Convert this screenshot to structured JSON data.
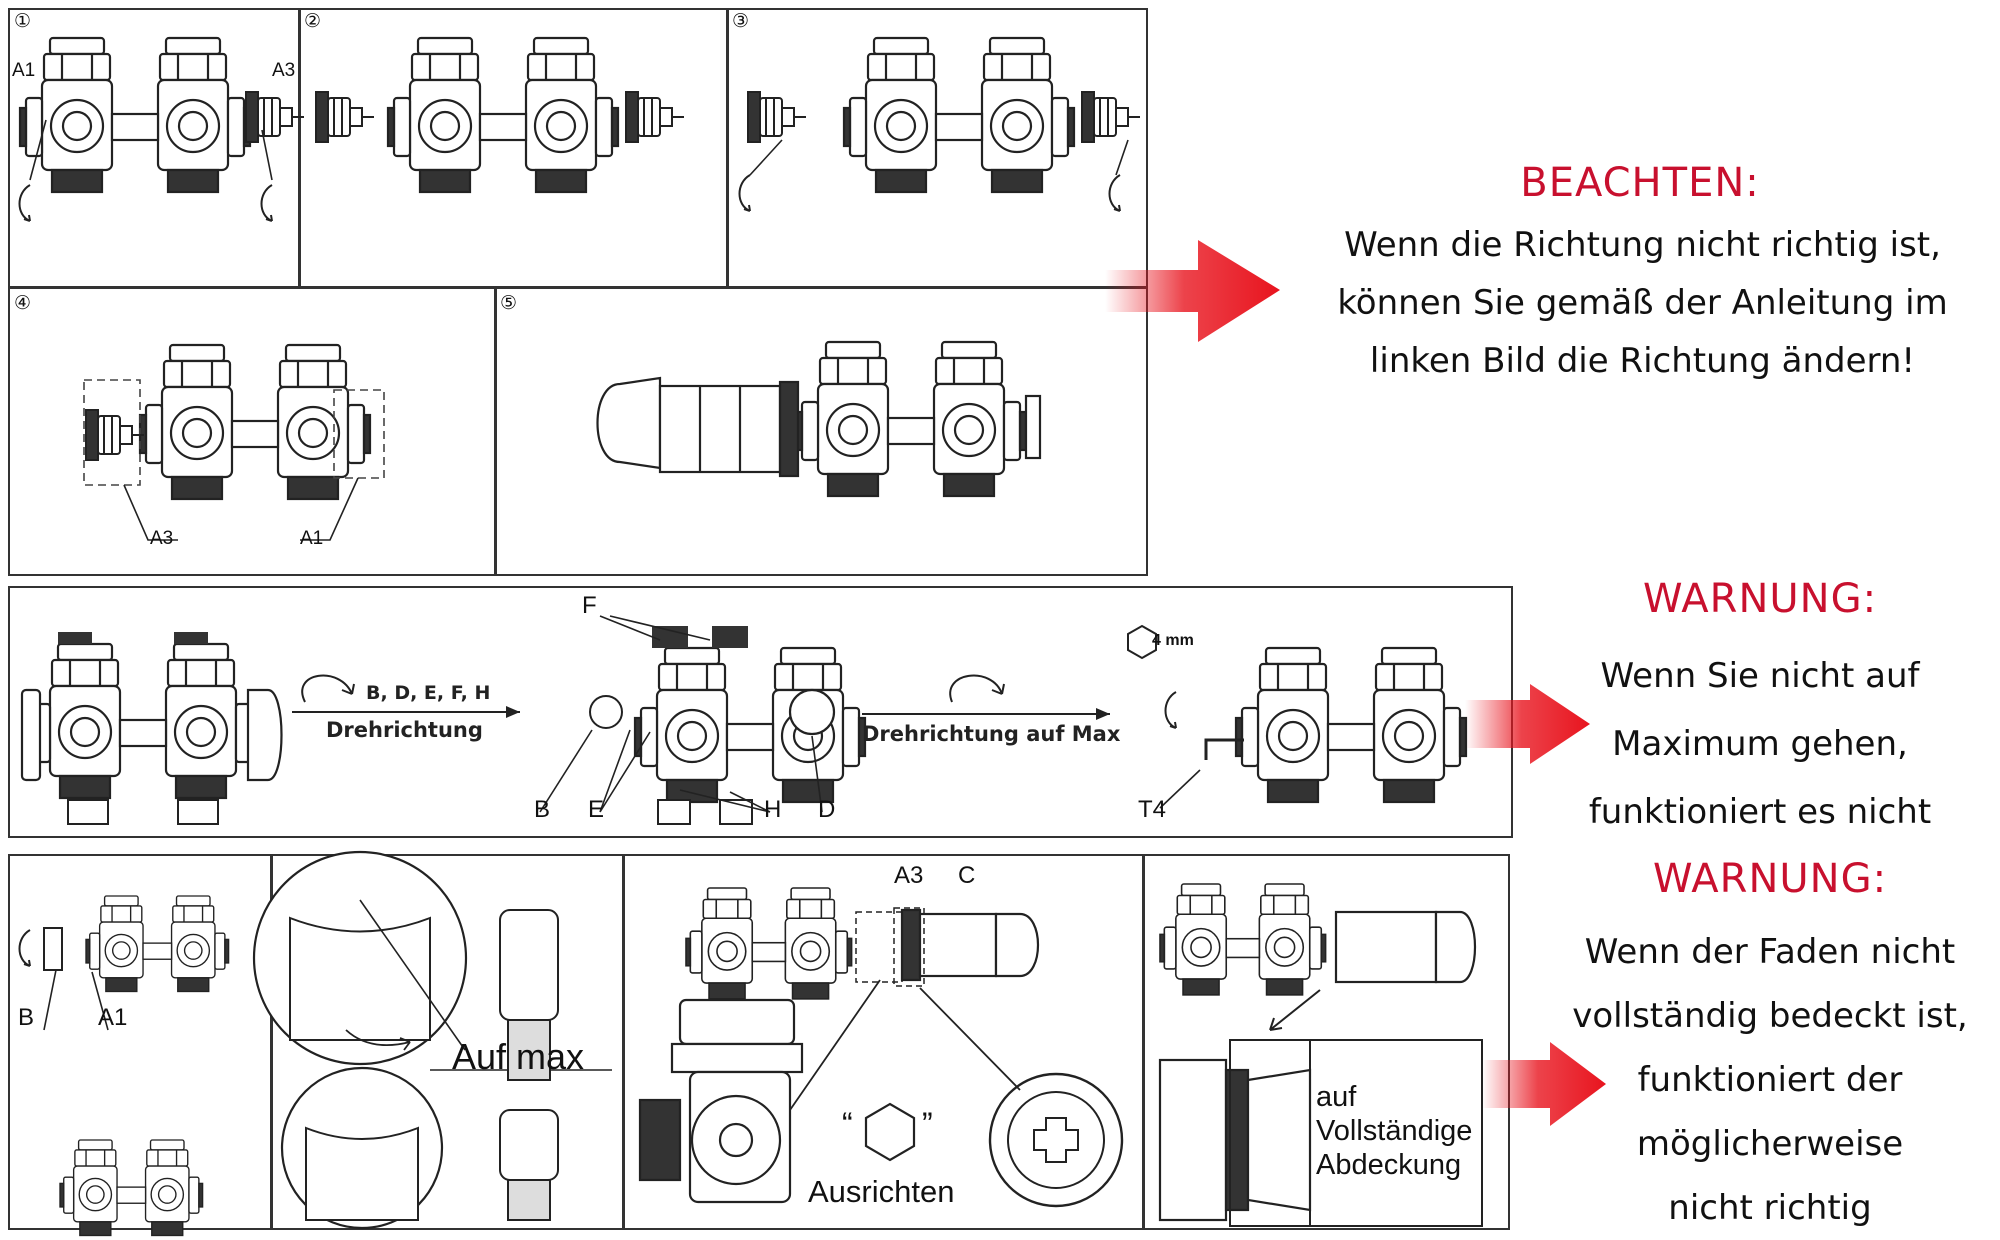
{
  "top_row": {
    "steps": [
      "①",
      "②",
      "③",
      "④",
      "⑤"
    ],
    "labels": {
      "a1": "A1",
      "a3": "A3"
    }
  },
  "middle_row": {
    "labels": {
      "f": "F",
      "b": "B",
      "e": "E",
      "h": "H",
      "d": "D",
      "t4": "T4"
    },
    "arrow1_letters": "B, D, E, F, H",
    "arrow1_caption": "Drehrichtung",
    "arrow2_caption": "Drehrichtung auf Max",
    "hex_size": "4 mm"
  },
  "bottom_row": {
    "labels": {
      "b": "B",
      "a1": "A1",
      "a3": "A3",
      "c": "C"
    },
    "auf_max": "Auf max",
    "ausrichten": "Ausrichten",
    "hex_quote_open": "“",
    "hex_quote_close": "”",
    "cover_text": [
      "auf",
      "Vollständige",
      "Abdeckung"
    ]
  },
  "notes": {
    "beachten": {
      "title": "BEACHTEN:",
      "lines": [
        "Wenn die Richtung nicht richtig ist,",
        "können Sie gemäß der Anleitung im",
        "linken Bild die Richtung ändern!"
      ]
    },
    "warnung1": {
      "title": "WARNUNG:",
      "lines": [
        "Wenn Sie nicht auf",
        "Maximum gehen,",
        "funktioniert es nicht"
      ]
    },
    "warnung2": {
      "title": "WARNUNG:",
      "lines": [
        "Wenn der Faden nicht",
        "vollständig bedeckt ist,",
        "funktioniert der",
        "möglicherweise",
        "nicht richtig"
      ]
    }
  },
  "colors": {
    "accent": "#c8102e",
    "arrow": "#e8141e",
    "line": "#222222"
  }
}
